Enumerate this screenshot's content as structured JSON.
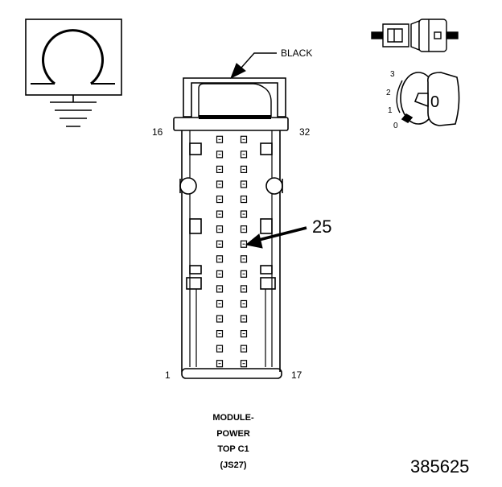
{
  "connector": {
    "wire_color_label": "BLACK",
    "pin_labels": {
      "top_left": "16",
      "top_right": "32",
      "bottom_left": "1",
      "bottom_right": "17"
    },
    "pin_rows": 16,
    "pin_columns": 2,
    "callout_pin": "25"
  },
  "caption": {
    "line1": "MODULE-",
    "line2": "POWER",
    "line3": "TOP C1",
    "line4": "(JS27)"
  },
  "ignition_switch": {
    "positions": [
      "3",
      "2",
      "1",
      "0"
    ],
    "key_label": "0"
  },
  "figure_id": "385625",
  "icons": [
    "ground-symbol-icon",
    "inline-connector-icon",
    "ignition-key-icon"
  ]
}
